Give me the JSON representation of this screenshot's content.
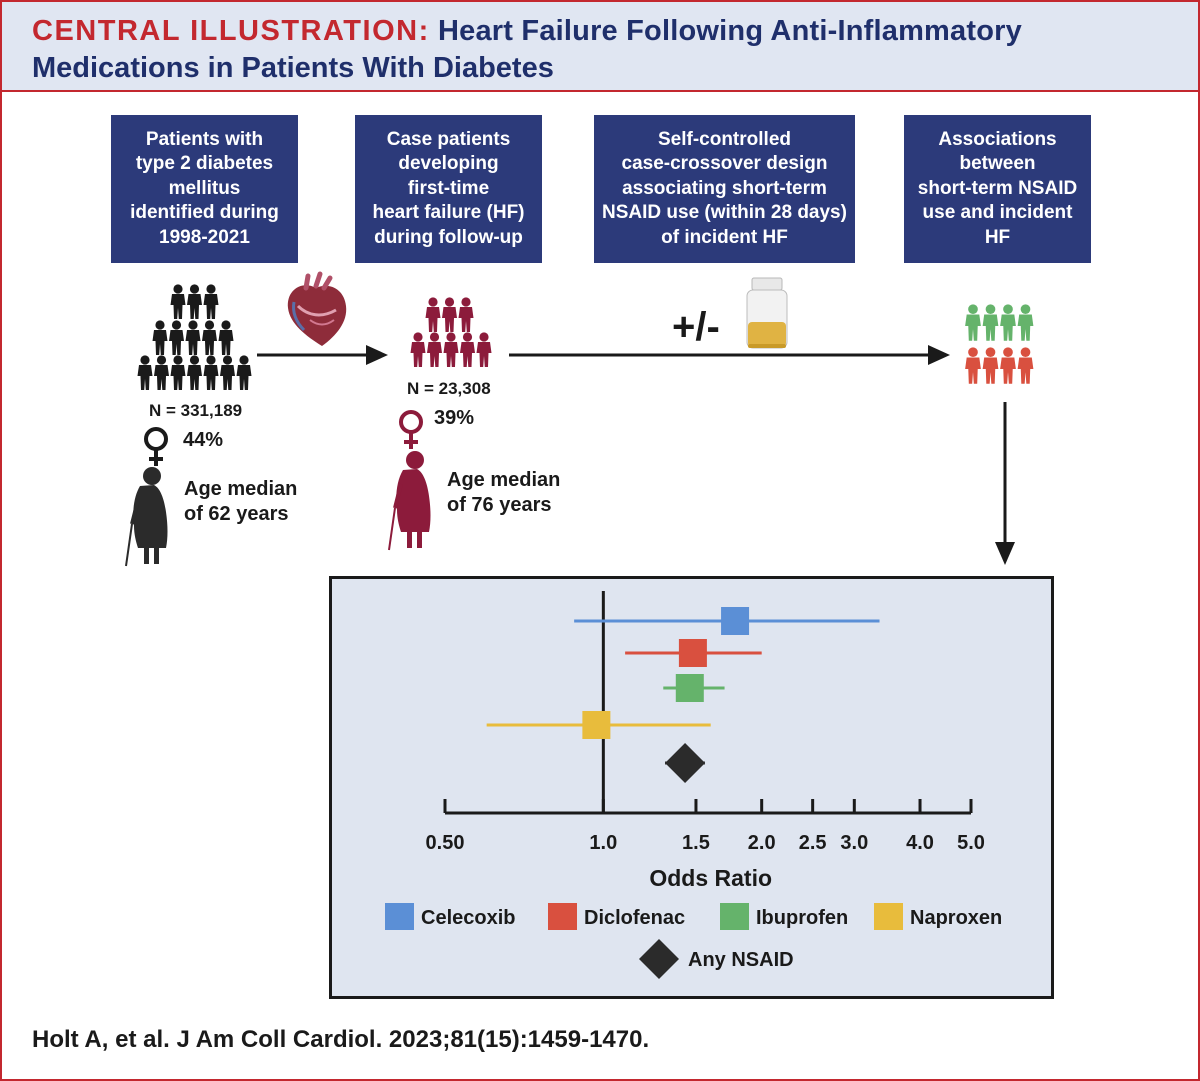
{
  "header": {
    "label": "CENTRAL ILLUSTRATION:",
    "title_line1": "Heart Failure Following Anti-Inflammatory",
    "title_line2": "Medications in Patients With Diabetes"
  },
  "steps": [
    {
      "lines": [
        "Patients with",
        "type 2 diabetes",
        "mellitus",
        "identified during",
        "1998-2021"
      ]
    },
    {
      "lines": [
        "Case patients",
        "developing",
        "first-time",
        "heart failure (HF)",
        "during follow-up"
      ]
    },
    {
      "lines": [
        "Self-controlled",
        "case-crossover design",
        "associating short-term",
        "NSAID use (within 28 days)",
        "of incident HF"
      ]
    },
    {
      "lines": [
        "Associations",
        "between",
        "short-term NSAID",
        "use and incident",
        "HF"
      ]
    }
  ],
  "cohort": {
    "n_label": "N = 331,189",
    "female_pct": "44%",
    "age_line1": "Age median",
    "age_line2": "of 62 years"
  },
  "cases": {
    "n_label": "N = 23,308",
    "female_pct": "39%",
    "age_line1": "Age median",
    "age_line2": "of 76 years"
  },
  "exposure_label": "+/-",
  "colors": {
    "brand_red": "#c3282f",
    "navy": "#2c3a7a",
    "case_maroon": "#8c1b3b",
    "celecoxib": "#5b8fd6",
    "diclofenac": "#d9503f",
    "ibuprofen": "#65b36b",
    "naproxen": "#e8bc3c",
    "any": "#2b2b2b"
  },
  "chart_data": {
    "type": "forest",
    "xlabel": "Odds Ratio",
    "x_scale": "log",
    "xlim": [
      0.5,
      5.0
    ],
    "ticks": [
      0.5,
      1.0,
      1.5,
      2.0,
      2.5,
      3.0,
      4.0,
      5.0
    ],
    "tick_labels": [
      "0.50",
      "1.0",
      "1.5",
      "2.0",
      "2.5",
      "3.0",
      "4.0",
      "5.0"
    ],
    "reference_line": 1.0,
    "rows": [
      {
        "name": "Celecoxib",
        "or": 1.78,
        "ci_low": 0.88,
        "ci_high": 3.35,
        "marker": "square",
        "color": "#5b8fd6"
      },
      {
        "name": "Diclofenac",
        "or": 1.48,
        "ci_low": 1.1,
        "ci_high": 2.0,
        "marker": "square",
        "color": "#d9503f"
      },
      {
        "name": "Ibuprofen",
        "or": 1.46,
        "ci_low": 1.3,
        "ci_high": 1.7,
        "marker": "square",
        "color": "#65b36b"
      },
      {
        "name": "Naproxen",
        "or": 0.97,
        "ci_low": 0.6,
        "ci_high": 1.6,
        "marker": "square",
        "color": "#e8bc3c"
      },
      {
        "name": "Any NSAID",
        "or": 1.43,
        "ci_low": 1.31,
        "ci_high": 1.56,
        "marker": "diamond",
        "color": "#2b2b2b"
      }
    ],
    "legend": [
      {
        "name": "Celecoxib",
        "color": "#5b8fd6",
        "marker": "square"
      },
      {
        "name": "Diclofenac",
        "color": "#d9503f",
        "marker": "square"
      },
      {
        "name": "Ibuprofen",
        "color": "#65b36b",
        "marker": "square"
      },
      {
        "name": "Naproxen",
        "color": "#e8bc3c",
        "marker": "square"
      },
      {
        "name": "Any NSAID",
        "color": "#2b2b2b",
        "marker": "diamond"
      }
    ],
    "legend_position": "bottom"
  },
  "citation": "Holt A, et al. J Am Coll Cardiol. 2023;81(15):1459-1470."
}
